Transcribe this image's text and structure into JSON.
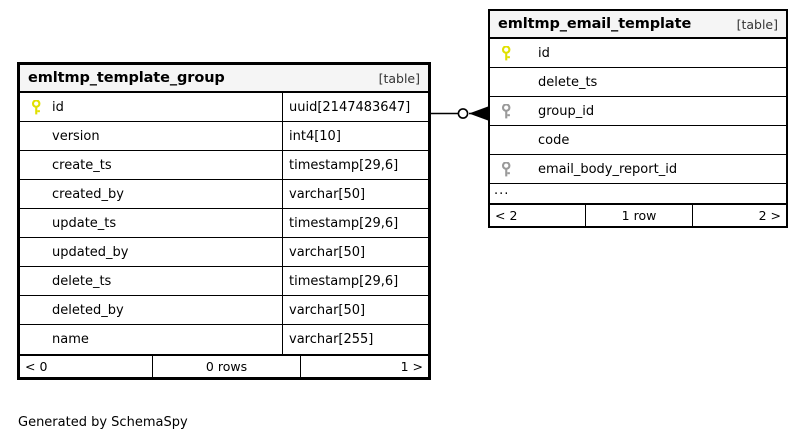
{
  "caption": "Generated by SchemaSpy",
  "colors": {
    "primary_key_icon": "#e8e800",
    "foreign_key_icon": "#999999",
    "border": "#000000",
    "header_background": "#f5f5f5",
    "page_background": "#ffffff"
  },
  "tables": {
    "template_group": {
      "title": "emltmp_template_group",
      "tag": "[table]",
      "columns": [
        {
          "name": "id",
          "type": "uuid[2147483647]",
          "key": "primary"
        },
        {
          "name": "version",
          "type": "int4[10]",
          "key": "none"
        },
        {
          "name": "create_ts",
          "type": "timestamp[29,6]",
          "key": "none"
        },
        {
          "name": "created_by",
          "type": "varchar[50]",
          "key": "none"
        },
        {
          "name": "update_ts",
          "type": "timestamp[29,6]",
          "key": "none"
        },
        {
          "name": "updated_by",
          "type": "varchar[50]",
          "key": "none"
        },
        {
          "name": "delete_ts",
          "type": "timestamp[29,6]",
          "key": "none"
        },
        {
          "name": "deleted_by",
          "type": "varchar[50]",
          "key": "none"
        },
        {
          "name": "name",
          "type": "varchar[255]",
          "key": "none"
        }
      ],
      "footer": {
        "prev": "< 0",
        "rows": "0 rows",
        "next": "1 >"
      }
    },
    "email_template": {
      "title": "emltmp_email_template",
      "tag": "[table]",
      "columns": [
        {
          "name": "id",
          "key": "primary"
        },
        {
          "name": "delete_ts",
          "key": "none"
        },
        {
          "name": "group_id",
          "key": "foreign"
        },
        {
          "name": "code",
          "key": "none"
        },
        {
          "name": "email_body_report_id",
          "key": "foreign"
        }
      ],
      "more_indicator": "...",
      "footer": {
        "prev": "< 2",
        "rows": "1 row",
        "next": "2 >"
      }
    }
  },
  "relationship": {
    "from_table": "emltmp_template_group",
    "from_column": "id",
    "to_table": "emltmp_email_template",
    "to_column": "group_id",
    "notation": "crows-foot",
    "source_cardinality": "zero-or-one",
    "target_cardinality": "many"
  }
}
